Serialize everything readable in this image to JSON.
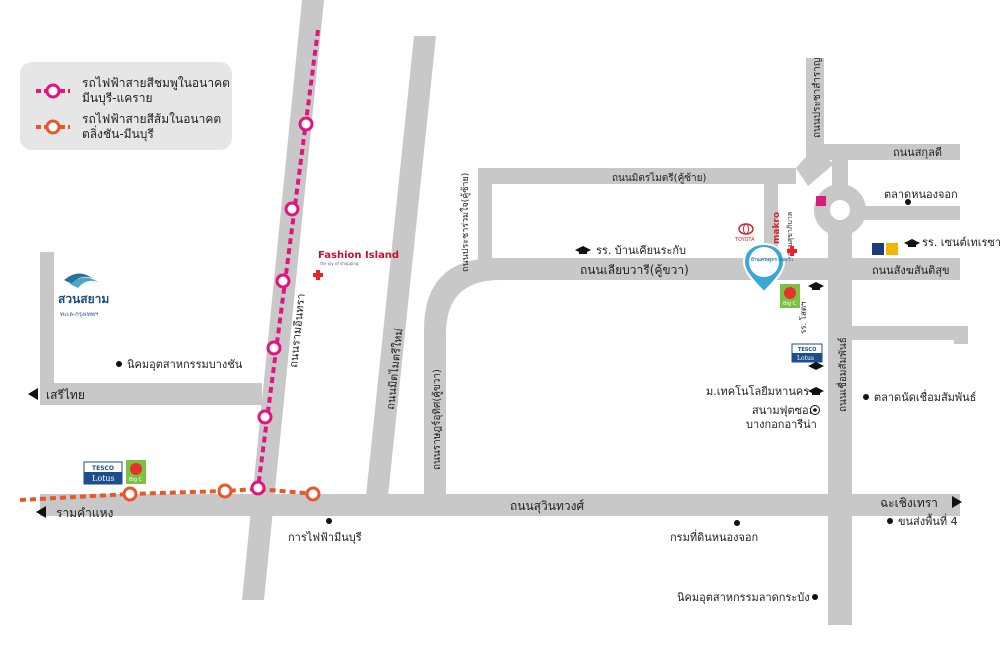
{
  "legend": {
    "pink_line": {
      "line1": "รถไฟฟ้าสายสีชมพูในอนาคต",
      "line2": "มีนบุรี-แคราย",
      "color": "#e0157f"
    },
    "orange_line": {
      "line1": "รถไฟฟ้าสายสีส้มในอนาคต",
      "line2": "ตลิ่งชัน-มีนบุรี",
      "color": "#e8572a"
    }
  },
  "roads": {
    "seri_thai": "เสรีไทย",
    "ramkhamhaeng": "รามคำแหง",
    "chachoengsao": "ฉะเชิงเทรา",
    "suwinthawong": "ถนนสุวินทวงศ์",
    "ram_inthra": "ถนนรามอินทรา",
    "min_phatthana": "ถนนมิตไมตรีใหม่",
    "rat_uthit": "ถนนราษฎร์อุทิศ(คู้ขวา)",
    "pracharuam_jai": "ถนนประชาร่วมใจ(คู้ซ้าย)",
    "mitmaitri": "ถนนมิตรไมตรี(คู้ซ้าย)",
    "liab_wari": "ถนนเลียบวารี(คู้ขวา)",
    "sangkhom_santisuk": "ถนนสังฆสันติสุข",
    "sukapiban": "ถนนสุขาภิบาล",
    "chuem_samphan": "ถนนเชื่อมสัมพันธ์",
    "prachasamran": "ถนนประชาสำราญ",
    "sakunkhadi": "ถนนสกุลดี"
  },
  "places": {
    "suan_siam": "สวนสยาม",
    "suan_siam_sub": "ทะเล-กรุงเทพฯ",
    "bangchan_estate": "นิคมอุตสาหกรรมบางชัน",
    "pea_minburi": "การไฟฟ้ามีนบุรี",
    "land_dept": "กรมที่ดินหนองจอก",
    "lat_krabang_estate": "นิคมอุตสาหกรรมลาดกระบัง",
    "bus_terminal": "ขนส่งพื้นที่ 4",
    "chuem_market": "ตลาดนัดเชื่อมสัมพันธ์",
    "mahanakorn_univ": "ม.เทคโนโลยีมหานคร",
    "stadium": "สนามฟุตซอล",
    "stadium_2": "บางกอกอารีน่า",
    "nongchok_market": "ตลาดหนองจอก",
    "st_theresa": "รร. เซนต์เทเรซา",
    "ban_khian": "รร. บ้านเคียนระกับ",
    "sotikorn": "รร. โสตฯ",
    "fashion_island": "Fashion Island",
    "fashion_island_sub": "the joy of shopping",
    "makro": "makro",
    "toyota": "TOYOTA",
    "tesco": "TESCO",
    "lotus": "Lotus",
    "project": "บ้านเศรษฐกร เดอะวิว",
    "big_c": "Big C"
  },
  "colors": {
    "road": "#c8c8c8",
    "pink": "#e0157f",
    "orange": "#e8572a",
    "pin": "#3aa7d8",
    "tesco_blue": "#1c4d8c",
    "bigc_green": "#7dc142",
    "bigc_red": "#e8312c",
    "makro_red": "#d3232f",
    "cross_red": "#e8232b"
  }
}
